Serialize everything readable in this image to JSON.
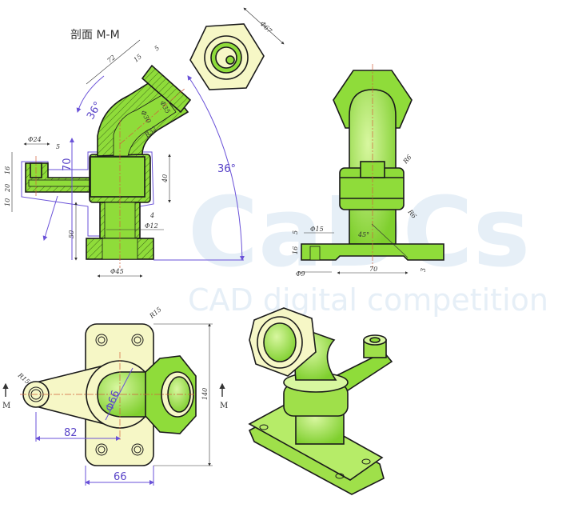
{
  "watermark": {
    "logo_text": "CaDCs",
    "subtitle": "CAD digital competition"
  },
  "colors": {
    "part_green": "#8fdc3a",
    "part_cream": "#f6f7c6",
    "dimension_purple": "#5a45c8",
    "centerline": "#d2603a"
  },
  "section_view": {
    "title": "剖面 M-M",
    "dims": {
      "d72": "72",
      "d15": "15",
      "d5top": "5",
      "ang36a": "36°",
      "dia35": "Φ35",
      "dia30": "Φ30",
      "r32": "R32",
      "dia24": "Φ24",
      "d5": "5",
      "d70": "70",
      "d16": "16",
      "d20": "20",
      "d10": "10",
      "d40": "40",
      "d4": "4",
      "dia12": "Φ12",
      "d50": "50",
      "dia45": "Φ45",
      "ang36b": "36°"
    }
  },
  "hex_view": {
    "dims": {
      "dia67": "Φ67"
    }
  },
  "side_view": {
    "dims": {
      "r6a": "R6",
      "r6b": "R6",
      "dia15": "Φ15",
      "d5": "5",
      "d16": "16",
      "ang45": "45°",
      "dia9": "Φ9",
      "d70": "70",
      "d3": "3"
    }
  },
  "top_view": {
    "dims": {
      "r15a": "R15",
      "r15b": "R15",
      "dia66": "Φ66",
      "d82": "82",
      "d66": "66",
      "d140": "140",
      "mleft": "M",
      "mright": "M"
    }
  },
  "iso_view": {}
}
